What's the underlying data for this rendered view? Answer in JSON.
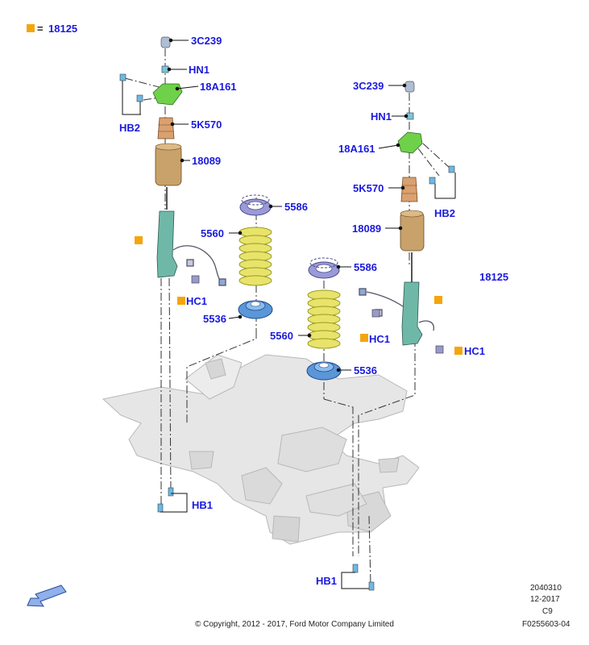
{
  "legend": {
    "equals": "=",
    "part": "18125"
  },
  "labels": {
    "left": {
      "cap": "3C239",
      "nut": "HN1",
      "mount": "18A161",
      "bolts_top": "HB2",
      "bumper": "5K570",
      "boot": "18089",
      "upper_seat": "5586",
      "spring": "5560",
      "lower_seat": "5536",
      "clip": "HC1",
      "bolts_bottom": "HB1"
    },
    "right": {
      "cap": "3C239",
      "nut": "HN1",
      "mount": "18A161",
      "bolts_top": "HB2",
      "bumper": "5K570",
      "boot": "18089",
      "upper_seat": "5586",
      "spring": "5560",
      "lower_seat": "5536",
      "clip1": "HC1",
      "clip2": "HC1",
      "bolts_bottom": "HB1",
      "shock": "18125"
    }
  },
  "footer": {
    "copyright": "© Copyright, 2012 - 2017, Ford Motor Company Limited",
    "code1": "2040310",
    "code2": "12-2017",
    "code3": "C9",
    "figure_id": "F0255603-04"
  },
  "colors": {
    "label": "#1a1adf",
    "marker": "#f5a50b",
    "spring": "#e8e36a",
    "seat_blue": "#5a96d8",
    "seat_purple": "#9a9ad8",
    "bumper": "#d9a070",
    "boot": "#c8a26a",
    "shock": "#6fb8a8",
    "mount_green": "#6fd14a",
    "subframe": "#e4e4e4"
  }
}
